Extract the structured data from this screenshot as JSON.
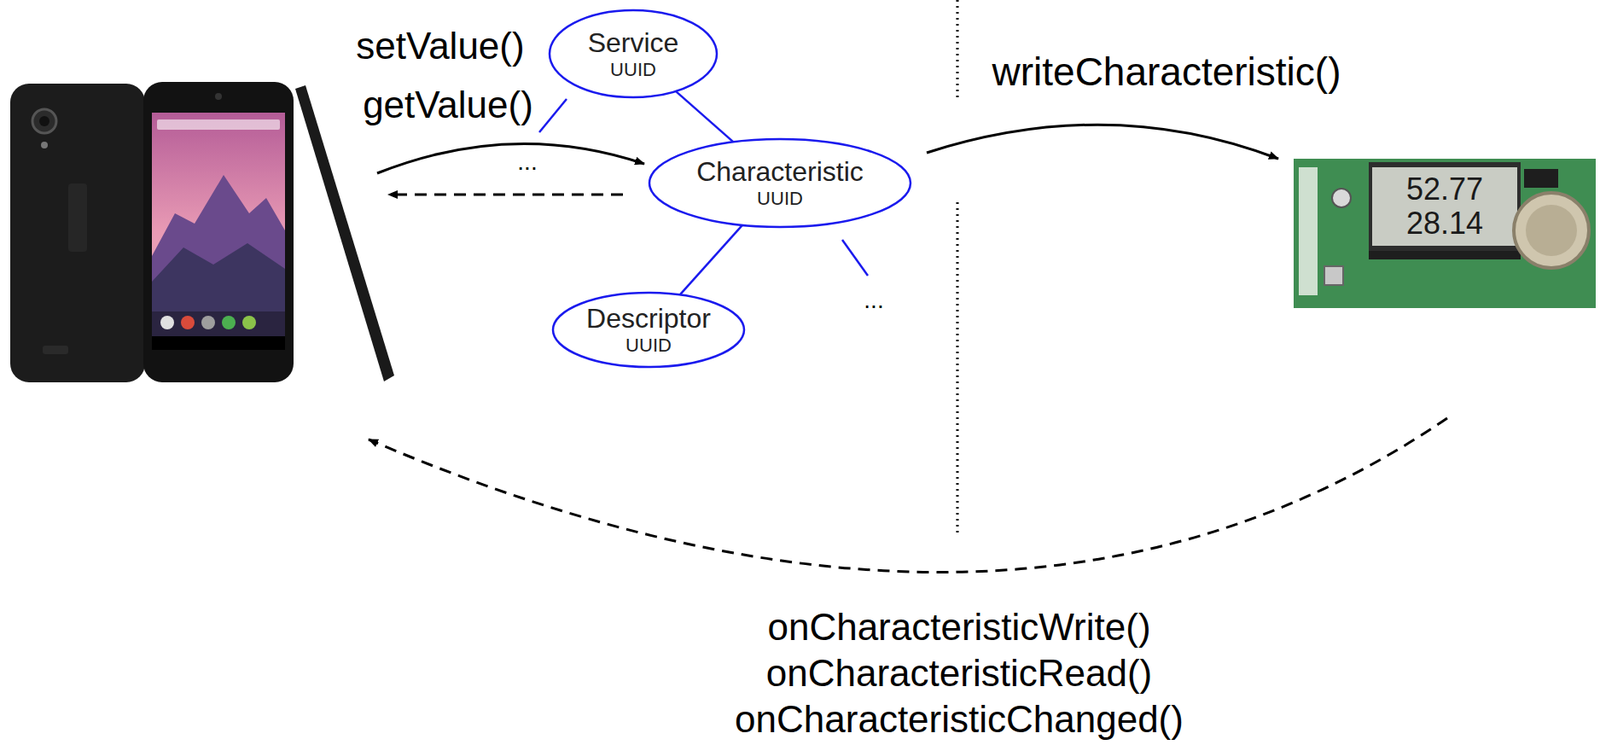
{
  "diagram": {
    "nodes": [
      {
        "text": [
          "Service",
          "UUID"
        ]
      },
      {
        "text": [
          "Characteristic",
          "UUID"
        ]
      },
      {
        "text": [
          "Descriptor",
          "UUID"
        ]
      }
    ],
    "edges": [
      {
        "from": 0,
        "to": 1,
        "arrow": "none"
      },
      {
        "from": 1,
        "to": 2,
        "arrow": "none"
      }
    ],
    "labels": [
      "setValue()",
      "getValue()",
      "...",
      "writeCharacteristic()",
      "...",
      "52.77",
      "28.14",
      "onCharacteristicWrite()",
      "onCharacteristicRead()",
      "onCharacteristicChanged()"
    ]
  }
}
